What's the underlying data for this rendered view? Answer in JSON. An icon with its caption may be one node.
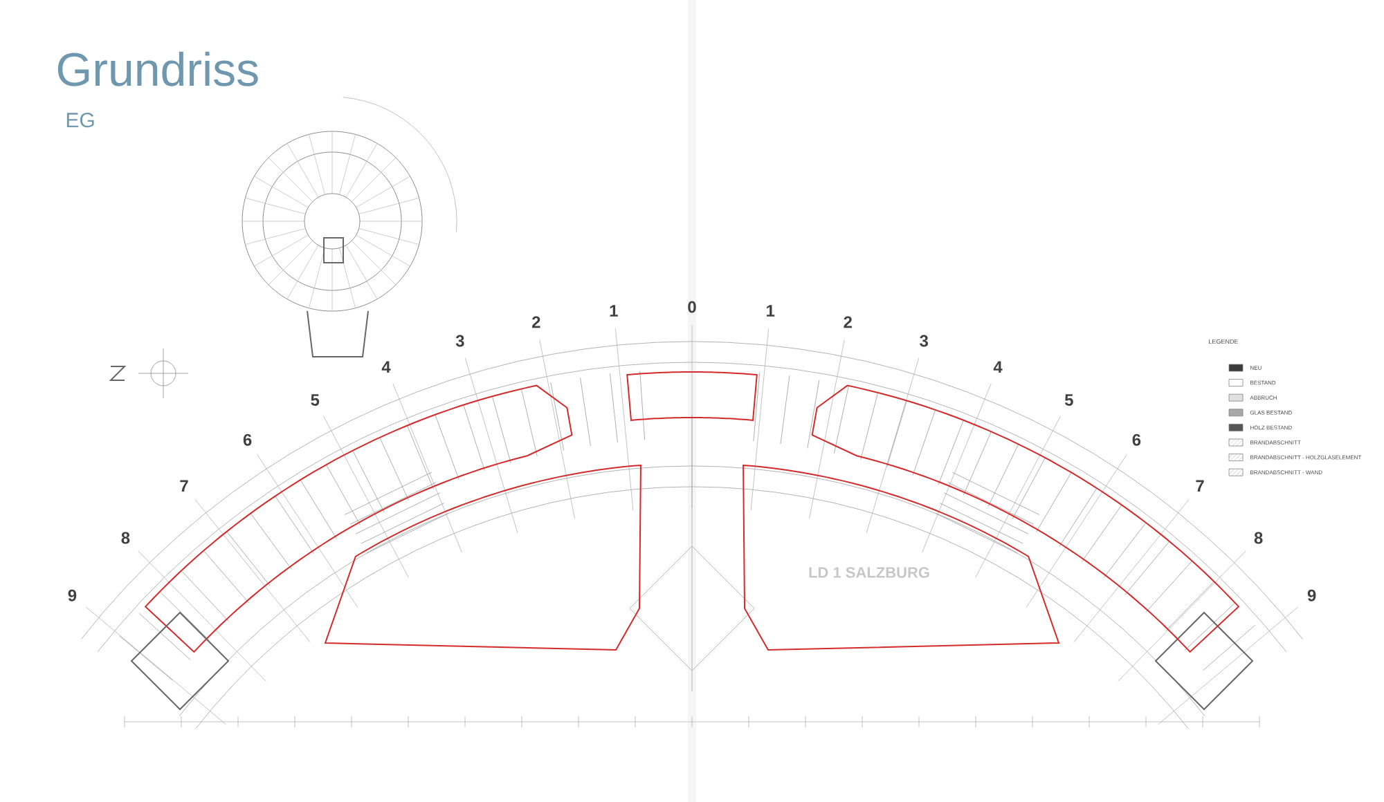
{
  "diagram": {
    "title": "Grundriss",
    "labels": [
      "EG",
      "9",
      "8",
      "7",
      "6",
      "5",
      "4",
      "3",
      "2",
      "1",
      "0",
      "1",
      "2",
      "3",
      "4",
      "5",
      "6",
      "7",
      "8",
      "9",
      "LD 1 SALZBURG",
      "LEGENDE"
    ],
    "legend": [
      {
        "text": "NEU",
        "color": "#3a3a3a"
      },
      {
        "text": "BESTAND",
        "color": "#ffffff"
      },
      {
        "text": "ABBRUCH",
        "color": "#e0e0e0"
      },
      {
        "text": "GLAS BESTAND",
        "color": "#a8a8a8"
      },
      {
        "text": "HOLZ BESTAND",
        "color": "#555555"
      },
      {
        "text": "BRANDABSCHNITT"
      },
      {
        "text": "BRANDABSCHNITT - HOLZGLASELEMENT"
      },
      {
        "text": "BRANDABSCHNITT - WAND"
      }
    ]
  }
}
